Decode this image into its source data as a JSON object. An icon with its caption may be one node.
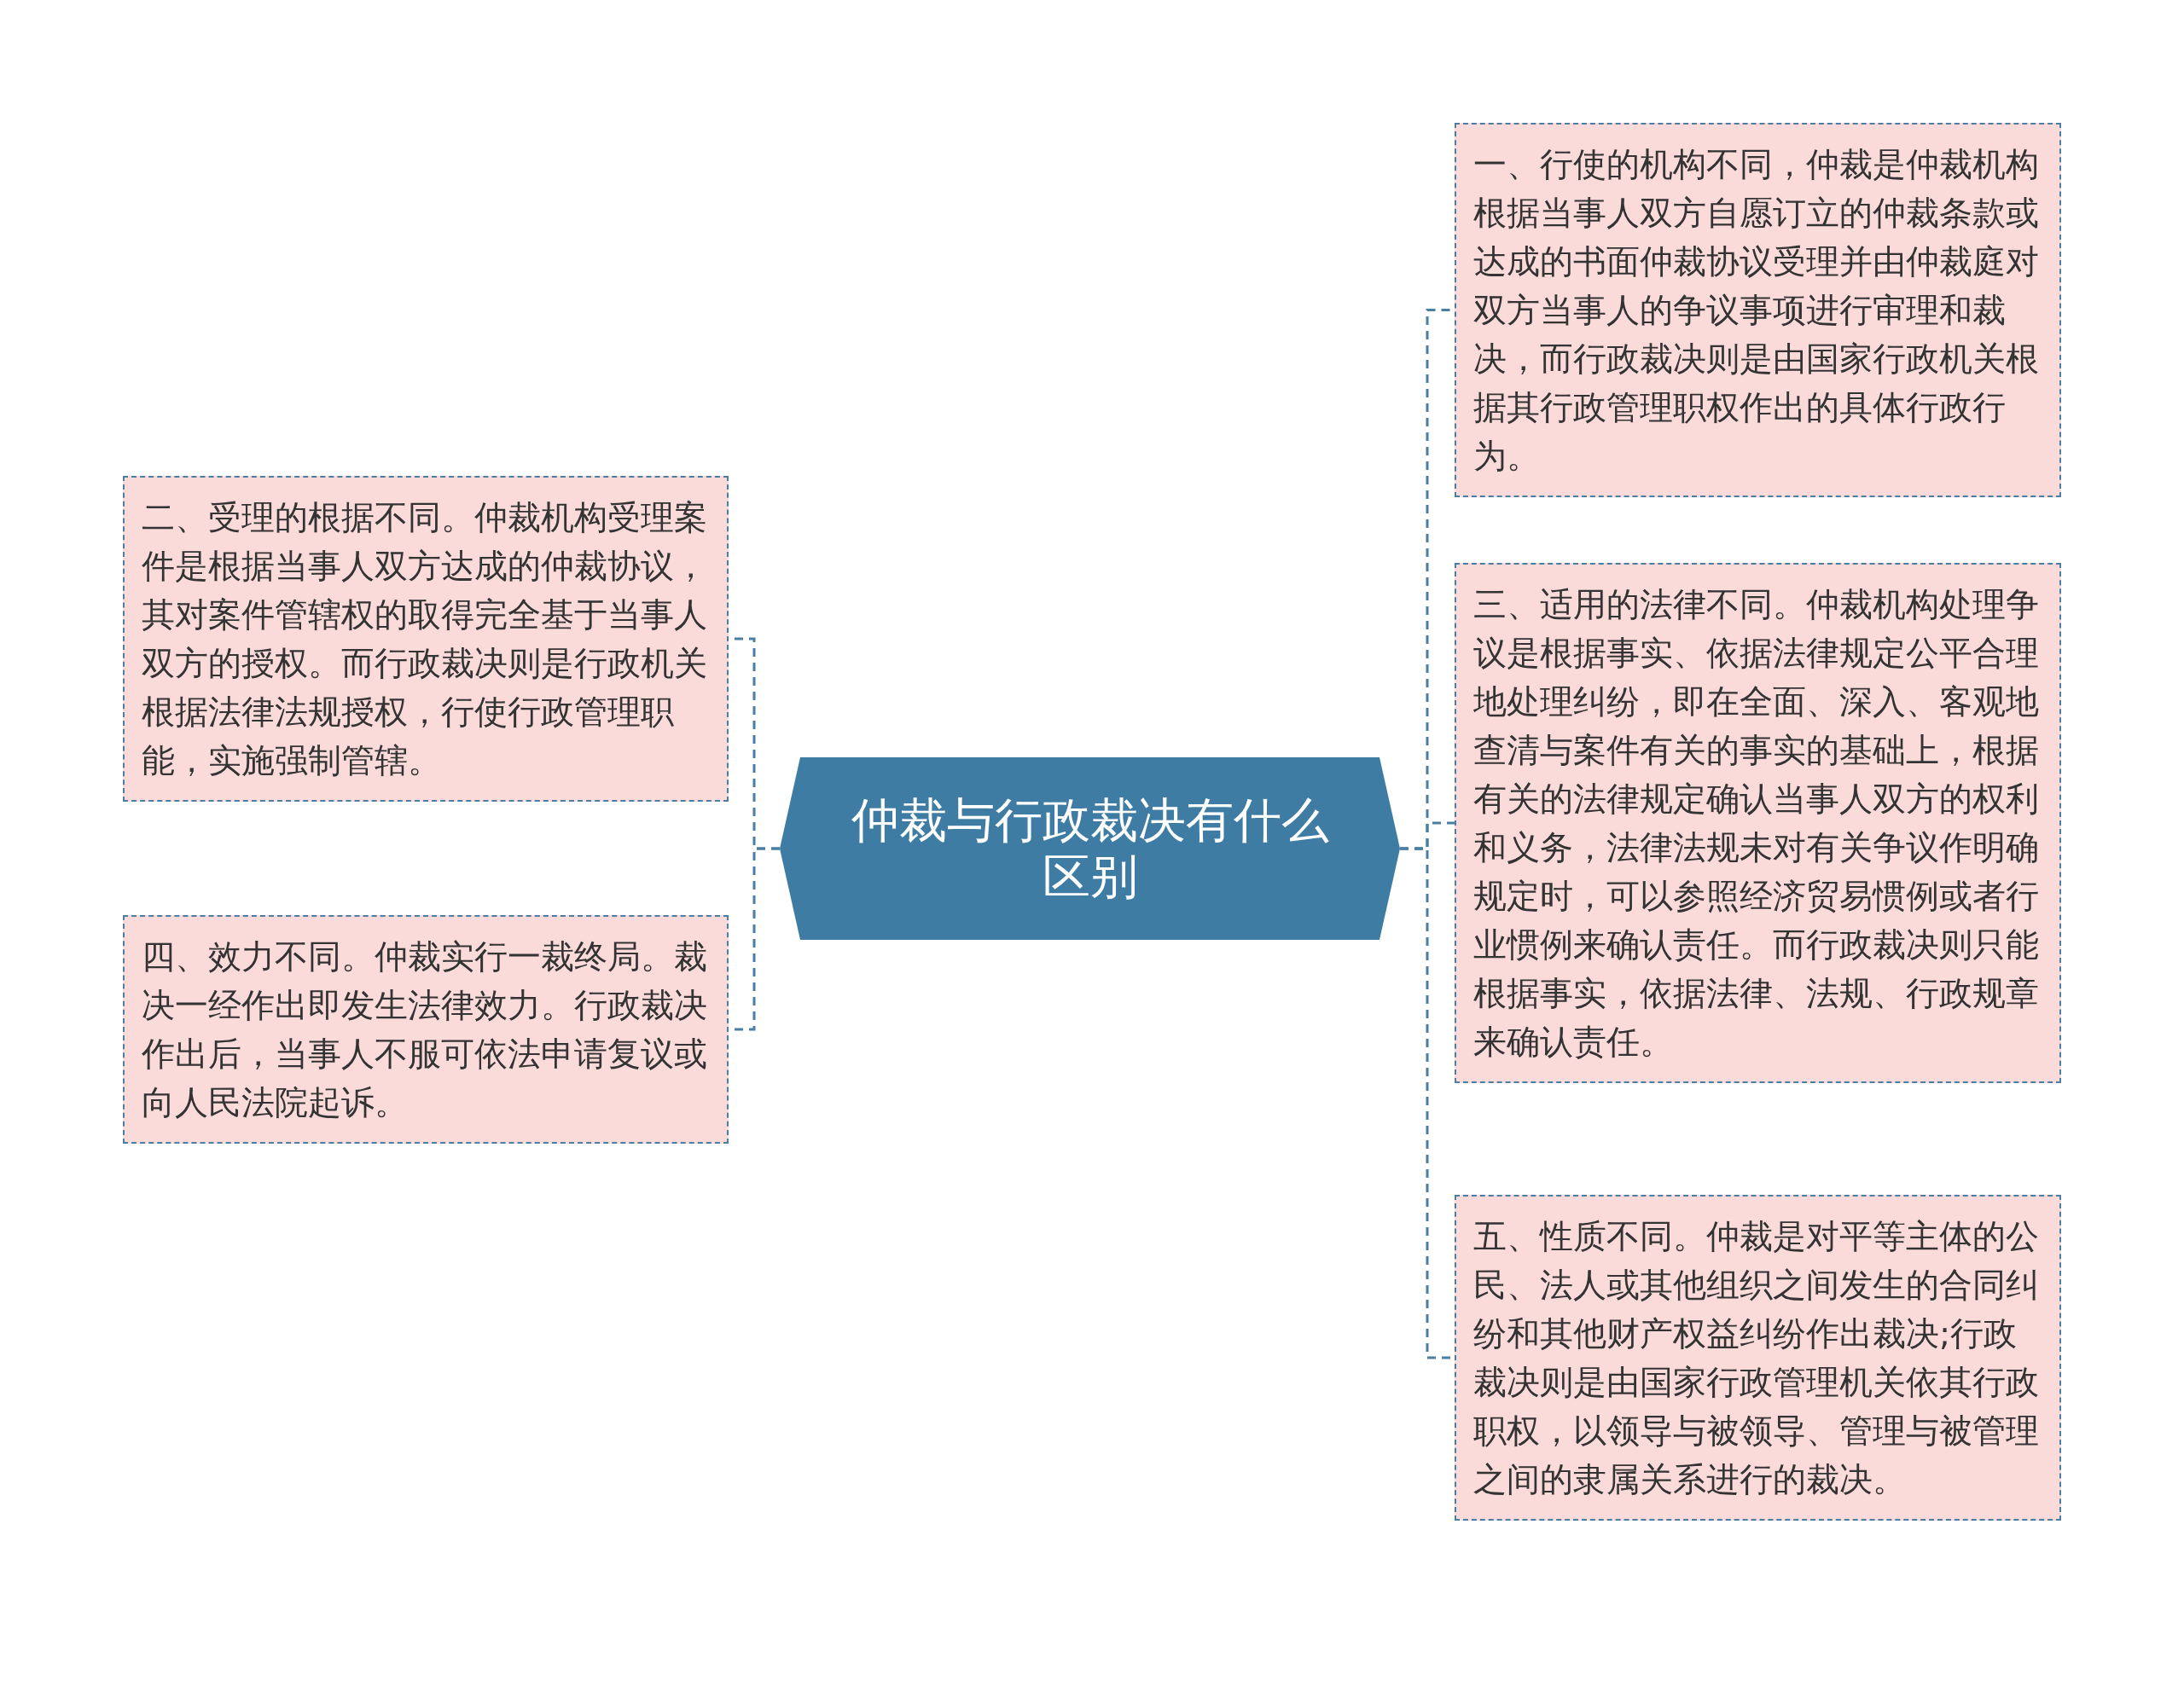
{
  "diagram": {
    "nodes": [
      {
        "text": [
          "仲裁与行政裁决有什么区别"
        ]
      },
      {
        "text": [
          "二、受理的根据不同。仲裁机构受理案件是根据当事人双方达成的仲裁协议，其对案件管辖权的取得完全基于当事人双方的授权。而行政裁决则是行政机关根据法律法规授权，行使行政管理职能，实施强制管辖。"
        ]
      },
      {
        "text": [
          "四、效力不同。仲裁实行一裁终局。裁决一经作出即发生法律效力。行政裁决作出后，当事人不服可依法申请复议或向人民法院起诉。"
        ]
      },
      {
        "text": [
          "一、行使的机构不同，仲裁是仲裁机构根据当事人双方自愿订立的仲裁条款或达成的书面仲裁协议受理并由仲裁庭对双方当事人的争议事项进行审理和裁决，而行政裁决则是由国家行政机关根据其行政管理职权作出的具体行政行为。"
        ]
      },
      {
        "text": [
          "三、适用的法律不同。仲裁机构处理争议是根据事实、依据法律规定公平合理地处理纠纷，即在全面、深入、客观地查清与案件有关的事实的基础上，根据有关的法律规定确认当事人双方的权利和义务，法律法规未对有关争议作明确规定时，可以参照经济贸易惯例或者行业惯例来确认责任。而行政裁决则只能根据事实，依据法律、法规、行政规章来确认责任。"
        ]
      },
      {
        "text": [
          "五、性质不同。仲裁是对平等主体的公民、法人或其他组织之间发生的合同纠纷和其他财产权益纠纷作出裁决;行政裁决则是由国家行政管理机关依其行政职权，以领导与被领导、管理与被管理之间的隶属关系进行的裁决。"
        ]
      }
    ],
    "edges": [
      {
        "from": 0,
        "to": 1,
        "arrow": "none",
        "style": "dashed"
      },
      {
        "from": 0,
        "to": 2,
        "arrow": "none",
        "style": "dashed"
      },
      {
        "from": 0,
        "to": 3,
        "arrow": "none",
        "style": "dashed"
      },
      {
        "from": 0,
        "to": 4,
        "arrow": "none",
        "style": "dashed"
      },
      {
        "from": 0,
        "to": 5,
        "arrow": "none",
        "style": "dashed"
      }
    ]
  }
}
